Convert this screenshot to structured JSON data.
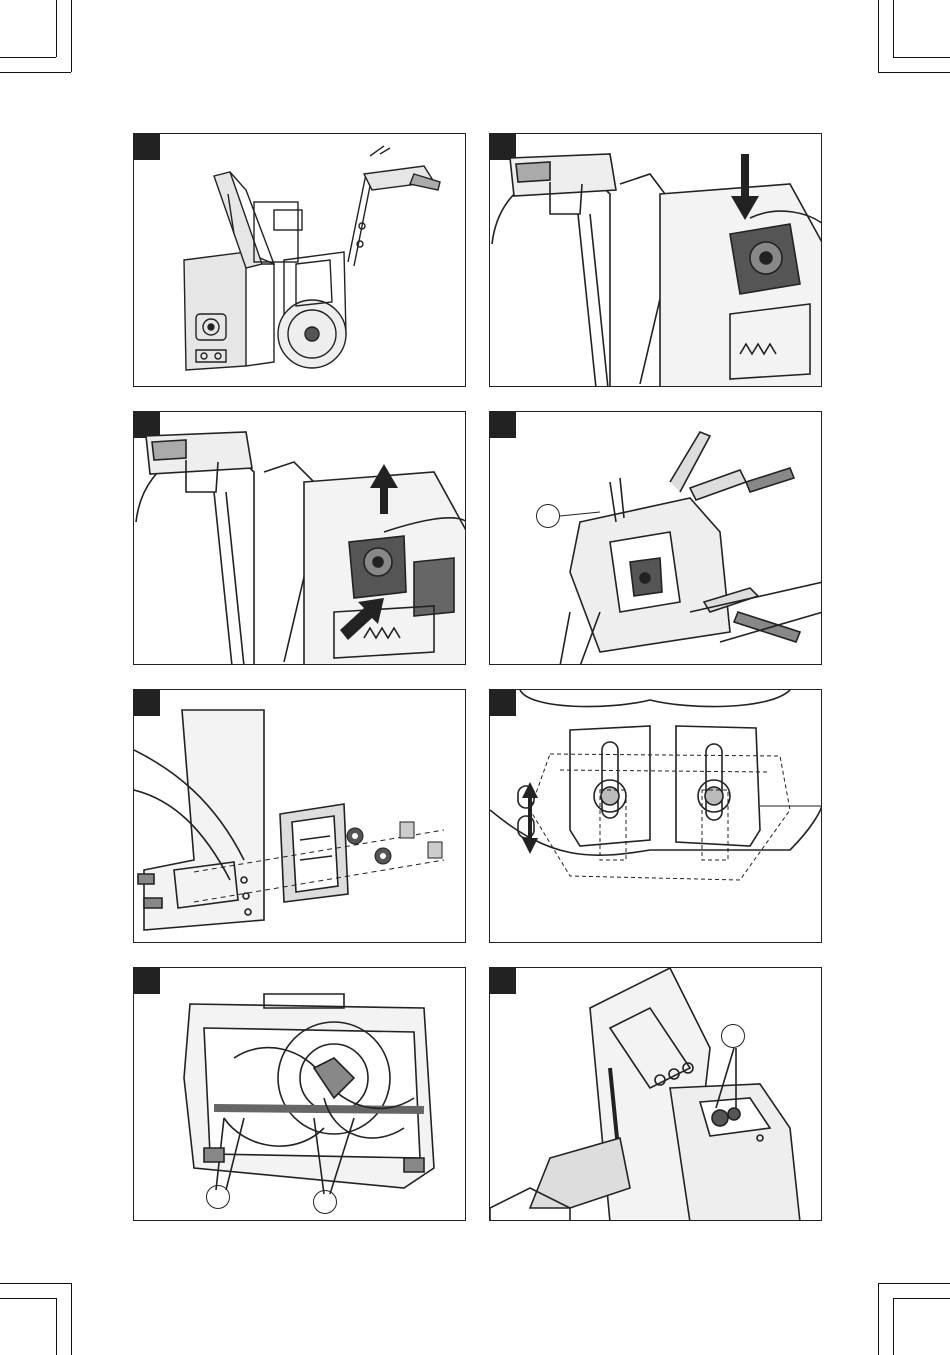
{
  "page": {
    "panels": [
      {
        "id": "1",
        "subject": "snow-blower-overview",
        "callouts": 0
      },
      {
        "id": "2",
        "subject": "press-down-control-knob",
        "callouts": 0
      },
      {
        "id": "3",
        "subject": "lift-control-knob",
        "callouts": 0
      },
      {
        "id": "4",
        "subject": "handlebar-controls",
        "callouts": 1
      },
      {
        "id": "5",
        "subject": "skid-shoe-assembly",
        "callouts": 0
      },
      {
        "id": "6",
        "subject": "skid-shoe-adjustment",
        "callouts": 0
      },
      {
        "id": "7",
        "subject": "auger-housing",
        "callouts": 2
      },
      {
        "id": "8",
        "subject": "chute-mechanism",
        "callouts": 1
      }
    ],
    "colors": {
      "ink": "#222222",
      "fill": "#d8d8d8",
      "dark": "#555555",
      "paper": "#ffffff"
    }
  }
}
